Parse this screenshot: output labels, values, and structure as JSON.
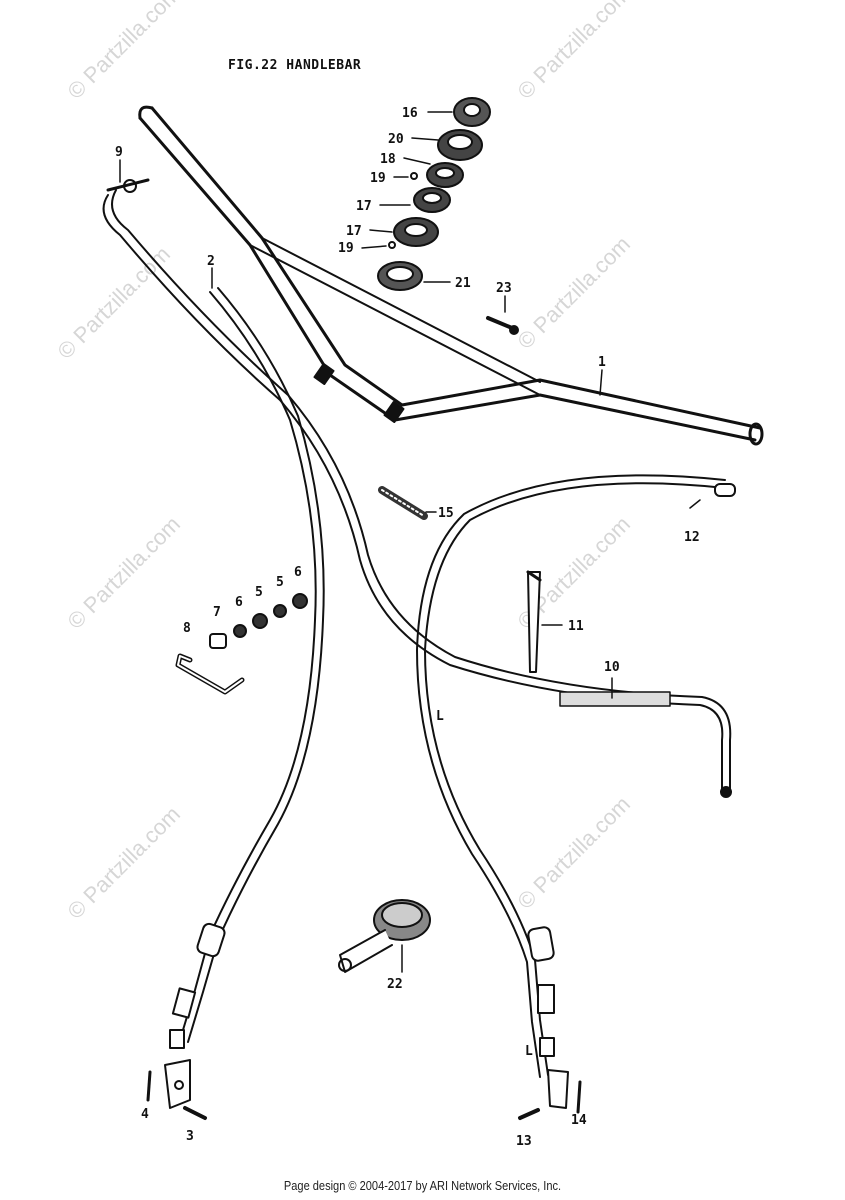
{
  "title": "FIG.22  HANDLEBAR",
  "footer": "Page design © 2004-2017 by ARI Network Services, Inc.",
  "watermark": "© Partzilla.com",
  "callouts": {
    "p1": "1",
    "p2": "2",
    "p3": "3",
    "p4": "4",
    "p5a": "5",
    "p5b": "5",
    "p6a": "6",
    "p6b": "6",
    "p7": "7",
    "p8": "8",
    "p9": "9",
    "p10": "10",
    "p11": "11",
    "p12": "12",
    "p13": "13",
    "p14": "14",
    "p15": "15",
    "p16": "16",
    "p17a": "17",
    "p17b": "17",
    "p18": "18",
    "p19a": "19",
    "p19b": "19",
    "p20": "20",
    "p21": "21",
    "p22": "22",
    "p23": "23",
    "cable_l1": "L",
    "cable_l2": "L"
  },
  "colors": {
    "line": "#111111",
    "watermark": "#d6d6d6",
    "background": "#ffffff"
  }
}
